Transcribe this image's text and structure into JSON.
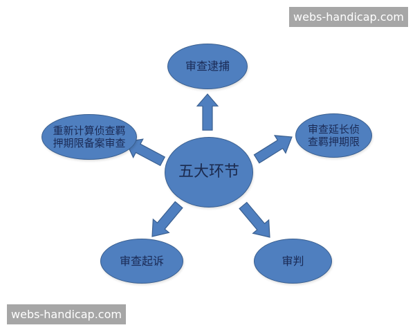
{
  "diagram": {
    "type": "hub-and-spoke",
    "center": {
      "label": "五大环节"
    },
    "nodes": [
      {
        "id": "top",
        "label": "审查逮捕"
      },
      {
        "id": "left",
        "label_line1": "重新计算侦查羁",
        "label_line2": "押期限备案审查"
      },
      {
        "id": "right",
        "label_line1": "审查延长侦",
        "label_line2": "查羁押期限"
      },
      {
        "id": "bottom-left",
        "label": "审查起诉"
      },
      {
        "id": "bottom-right",
        "label": "审判"
      }
    ],
    "colors": {
      "node_fill": "#4f7fbf",
      "node_border": "#3a5f8f",
      "text": "#1a2a55",
      "arrow_fill": "#4f7fbf",
      "arrow_border": "#3a5f8f"
    }
  },
  "watermarks": {
    "top_right": "webs-handicap.com",
    "bottom_left": "webs-handicap.com"
  }
}
